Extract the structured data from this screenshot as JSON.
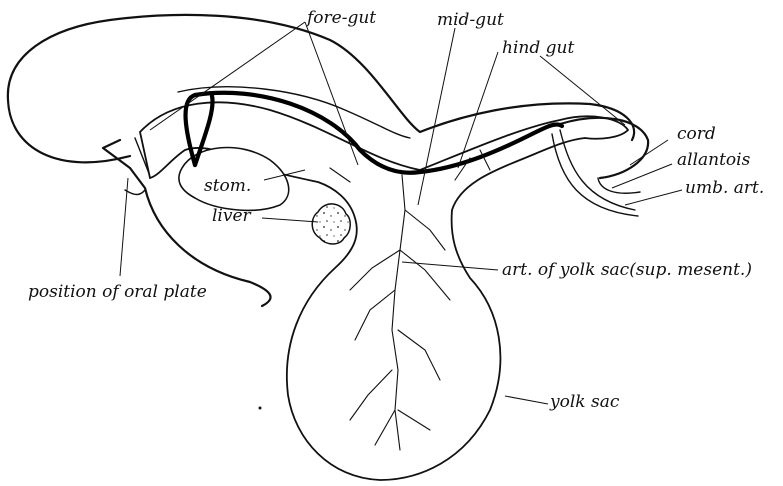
{
  "labels": {
    "fore_gut": "fore-gut",
    "mid_gut": "mid-gut",
    "hind_gut": "hind gut",
    "cord": "cord",
    "allantois": "allantois",
    "umb_art": "umb. art.",
    "stom": "stom.",
    "liver": "liver",
    "art_yolk_sac": "art. of yolk sac(sup. mesent.)",
    "position_oral_plate": "position of oral plate",
    "yolk_sac": "yolk sac"
  },
  "colors": {
    "ink": "#111111",
    "paper": "#ffffff"
  }
}
